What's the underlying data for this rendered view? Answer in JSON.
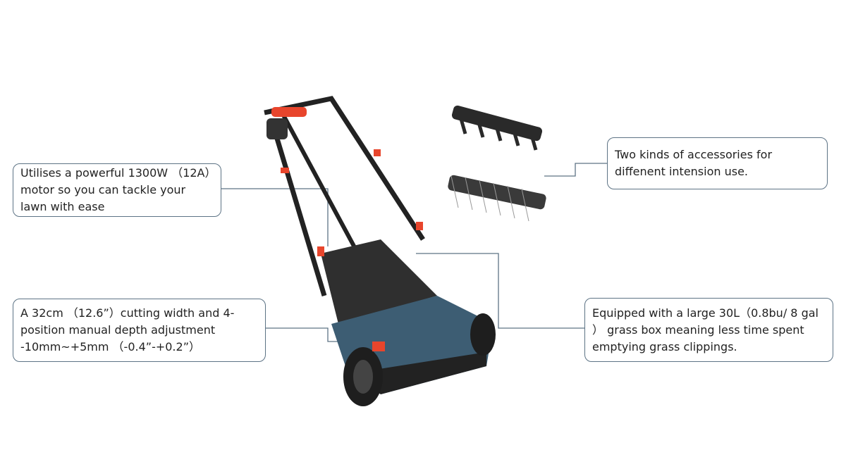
{
  "callouts": {
    "motor": "Utilises a powerful 1300W （12A）motor so you can tackle your lawn with ease",
    "accessories": "Two kinds of accessories for diffenent  intension use.",
    "cutting": "A 32cm （12.6”）cutting width and 4-position manual depth adjustment -10mm~+5mm （-0.4”-+0.2”）",
    "grassbox": "Equipped with a large 30L（0.8bu/ 8 gal ） grass box meaning less time spent emptying grass clippings."
  },
  "colors": {
    "body": "#3d5d73",
    "accent": "#e8452c",
    "dark": "#2a2a2a",
    "line": "#5d7385"
  }
}
